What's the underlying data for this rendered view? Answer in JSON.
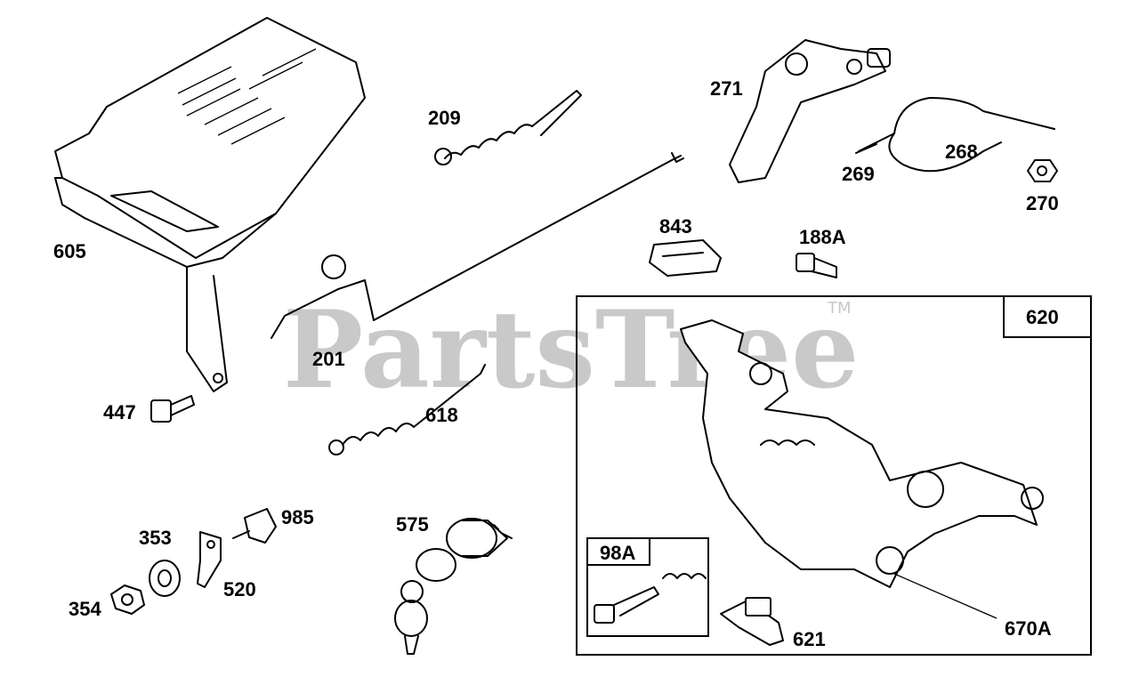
{
  "watermark": {
    "text": "PartsTree",
    "tm": "TM"
  },
  "callouts": {
    "p605": "605",
    "p209": "209",
    "p271": "271",
    "p269": "269",
    "p268": "268",
    "p270": "270",
    "p843": "843",
    "p188A": "188A",
    "p201": "201",
    "p447": "447",
    "p618": "618",
    "p620": "620",
    "p985": "985",
    "p353": "353",
    "p520": "520",
    "p354": "354",
    "p575": "575",
    "p98A": "98A",
    "p621": "621",
    "p670A": "670A"
  }
}
